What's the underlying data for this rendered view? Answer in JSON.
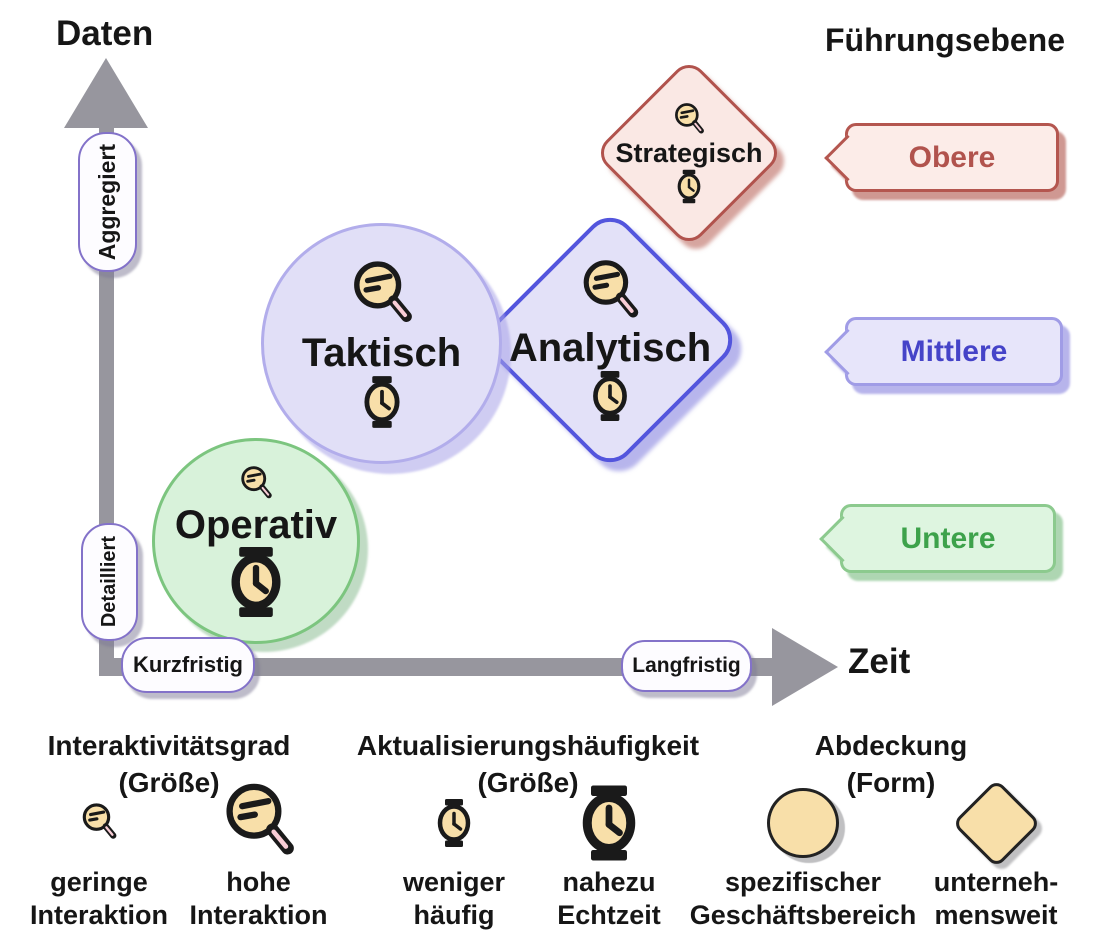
{
  "axes": {
    "y_title": "Daten",
    "x_title": "Zeit",
    "y_label_top": "Aggregiert",
    "y_label_bottom": "Detailliert",
    "x_label_left": "Kurzfristig",
    "x_label_right": "Langfristig"
  },
  "shapes": [
    {
      "id": "operativ",
      "label": "Operativ",
      "form": "circle",
      "fill": "#d8f2da",
      "border": "#7cc57f",
      "icons": [
        "magnifier-small-icon",
        "watch-large-icon"
      ]
    },
    {
      "id": "taktisch",
      "label": "Taktisch",
      "form": "circle",
      "fill": "#e1dff7",
      "border": "#b2adeb",
      "icons": [
        "magnifier-large-icon",
        "watch-medium-icon"
      ]
    },
    {
      "id": "analytisch",
      "label": "Analytisch",
      "form": "diamond",
      "fill": "#e3e1f8",
      "border": "#5355dd",
      "icons": [
        "magnifier-large-icon",
        "watch-medium-icon"
      ]
    },
    {
      "id": "strategisch",
      "label": "Strategisch",
      "form": "diamond",
      "fill": "#fae8e4",
      "border": "#b1534d",
      "icons": [
        "magnifier-small-icon",
        "watch-small-icon"
      ]
    }
  ],
  "right_panel": {
    "title": "Führungsebene",
    "tags": [
      {
        "label": "Obere",
        "fill": "#fcece8",
        "border": "#b4564f",
        "text_color": "#b1534d"
      },
      {
        "label": "Mittlere",
        "fill": "#e7e5fa",
        "border": "#a09ce6",
        "text_color": "#4543c8"
      },
      {
        "label": "Untere",
        "fill": "#def5e0",
        "border": "#8cca8e",
        "text_color": "#3da24b"
      }
    ]
  },
  "legend": {
    "groups": [
      {
        "title": "Interaktivitätsgrad",
        "subtitle": "(Größe)",
        "items": [
          {
            "icon": "magnifier-small-icon",
            "line1": "geringe",
            "line2": "Interaktion"
          },
          {
            "icon": "magnifier-large-icon",
            "line1": "hohe",
            "line2": "Interaktion"
          }
        ]
      },
      {
        "title": "Aktualisierungshäufigkeit",
        "subtitle": "(Größe)",
        "items": [
          {
            "icon": "watch-small-icon",
            "line1": "weniger",
            "line2": "häufig"
          },
          {
            "icon": "watch-large-icon",
            "line1": "nahezu",
            "line2": "Echtzeit"
          }
        ]
      },
      {
        "title": "Abdeckung",
        "subtitle": "(Form)",
        "items": [
          {
            "icon": "circle-shape-icon",
            "line1": "spezifischer",
            "line2": "Geschäftsbereich"
          },
          {
            "icon": "diamond-shape-icon",
            "line1": "unterneh-",
            "line2": "mensweit"
          }
        ]
      }
    ]
  },
  "colors": {
    "axis_gray": "#97969e",
    "icon_fill_tan": "#f8dfa9",
    "magnifier_handle_pink": "#f9cdd6",
    "text_black": "#161616"
  }
}
